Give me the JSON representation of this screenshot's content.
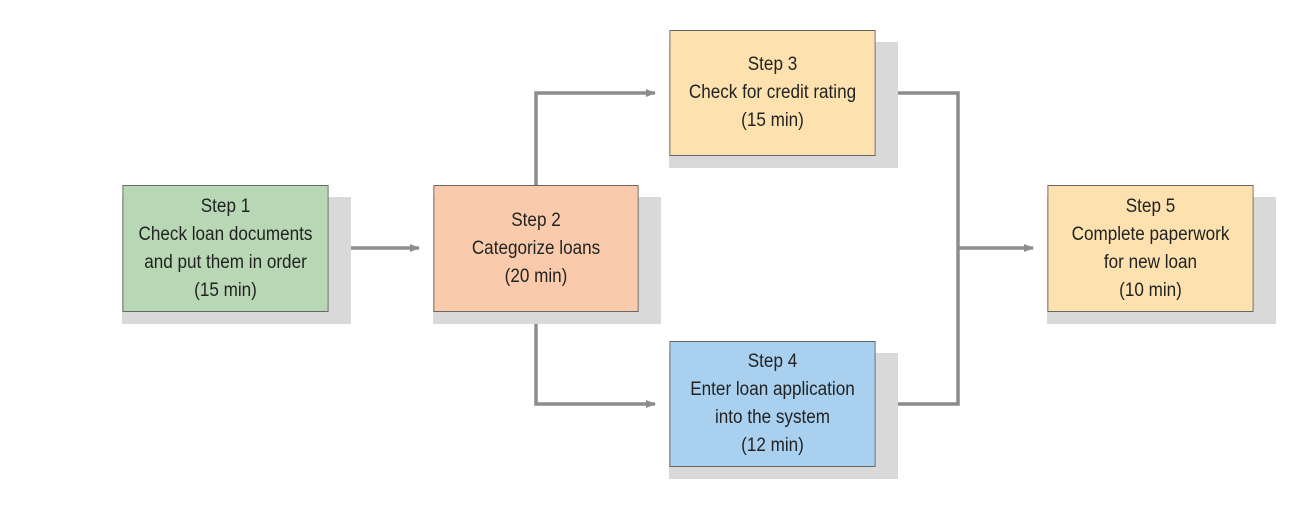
{
  "colors": {
    "step1": "#b8d7b5",
    "step2": "#f9cbac",
    "step3": "#fde2b0",
    "step4": "#a9d1ef",
    "step5": "#fde2b0",
    "connector": "#8c8c8c",
    "shadow": "#d9d9d9"
  },
  "steps": [
    {
      "id": "step1",
      "lines": [
        "Step 1",
        "Check loan documents",
        "and put them in order",
        "(15 min)"
      ]
    },
    {
      "id": "step2",
      "lines": [
        "Step 2",
        "Categorize loans",
        "(20 min)"
      ]
    },
    {
      "id": "step3",
      "lines": [
        "Step 3",
        "Check for credit rating",
        "(15 min)"
      ]
    },
    {
      "id": "step4",
      "lines": [
        "Step 4",
        "Enter loan application",
        "into the system",
        "(12 min)"
      ]
    },
    {
      "id": "step5",
      "lines": [
        "Step 5",
        "Complete paperwork",
        "for new loan",
        "(10 min)"
      ]
    }
  ]
}
